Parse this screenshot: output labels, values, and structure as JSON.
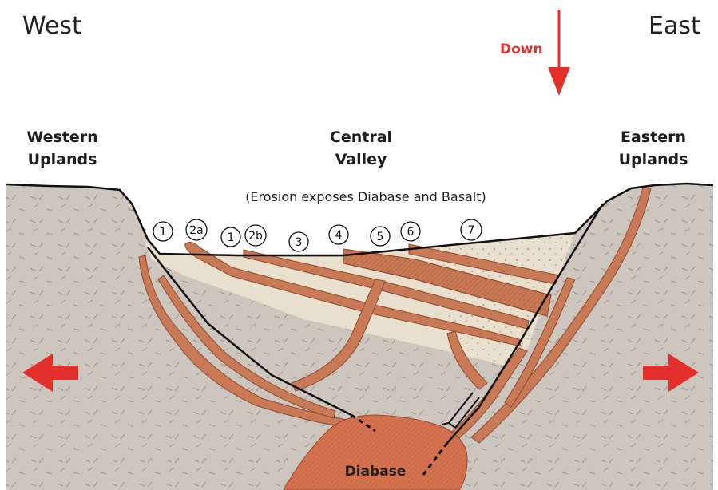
{
  "labels": {
    "west": "West",
    "east": "East",
    "down": "Down",
    "western_uplands": [
      "Western",
      "Uplands"
    ],
    "central_valley": [
      "Central",
      "Valley"
    ],
    "eastern_uplands": [
      "Eastern",
      "Uplands"
    ],
    "erosion_note": "(Erosion exposes Diabase and Basalt)",
    "diabase": "Diabase"
  },
  "unit_markers": [
    "1",
    "2a",
    "1",
    "2b",
    "3",
    "4",
    "5",
    "6",
    "7"
  ],
  "colors": {
    "rock": "#cdc6bf",
    "sediment": "#e8dfcc",
    "intrusion": "#c77a55",
    "diabase": "#d6714f",
    "arrow": "#e3302c",
    "line": "#111111"
  }
}
